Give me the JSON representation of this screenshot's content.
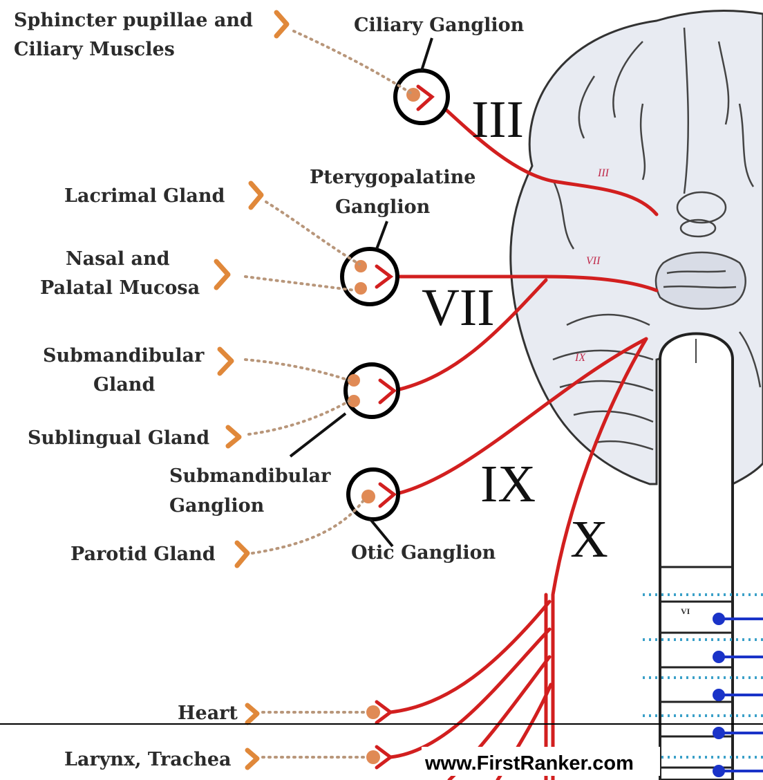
{
  "labels": {
    "sphincter_line1": "Sphincter pupillae and",
    "sphincter_line2": "Ciliary Muscles",
    "ciliary_ganglion": "Ciliary Ganglion",
    "pterygo_line1": "Pterygopalatine",
    "pterygo_line2": "Ganglion",
    "lacrimal": "Lacrimal Gland",
    "nasal_line1": "Nasal and",
    "nasal_line2": "Palatal Mucosa",
    "submand_gland_line1": "Submandibular",
    "submand_gland_line2": "Gland",
    "sublingual": "Sublingual Gland",
    "submand_gang_line1": "Submandibular",
    "submand_gang_line2": "Ganglion",
    "parotid": "Parotid Gland",
    "otic": "Otic Ganglion",
    "heart": "Heart",
    "larynx": "Larynx, Trachea"
  },
  "nerves": {
    "III": "III",
    "VII": "VII",
    "IX": "IX",
    "X": "X"
  },
  "brain_labels": {
    "III": "III",
    "VII": "VII",
    "IX": "IX",
    "spinal_level": "VI"
  },
  "footer": "www.FirstRanker.com",
  "colors": {
    "nerve": "#d21f1f",
    "chevron": "#e0883a",
    "cell": "#e08a55",
    "spinal": "#1a33c8"
  }
}
